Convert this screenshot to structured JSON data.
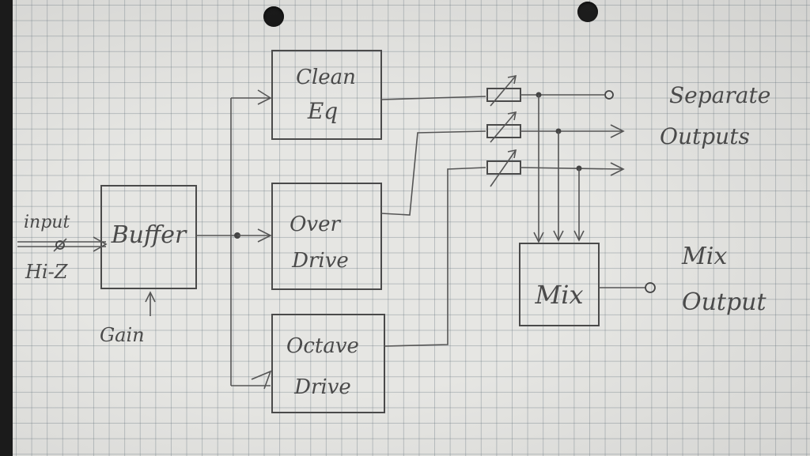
{
  "blocks": {
    "buffer": "Buffer",
    "clean_eq_line1": "Clean",
    "clean_eq_line2": "Eq",
    "overdrive_line1": "Over",
    "overdrive_line2": "Drive",
    "octave_line1": "Octave",
    "octave_line2": "Drive",
    "mix": "Mix"
  },
  "labels": {
    "input": "input",
    "hiz": "Hi-Z",
    "gain": "Gain",
    "separate_line1": "Separate",
    "separate_line2": "Outputs",
    "mix_out_line1": "Mix",
    "mix_out_line2": "Output"
  },
  "colors": {
    "paper": "#e6e6e3",
    "pencil": "#4a4a4a"
  }
}
